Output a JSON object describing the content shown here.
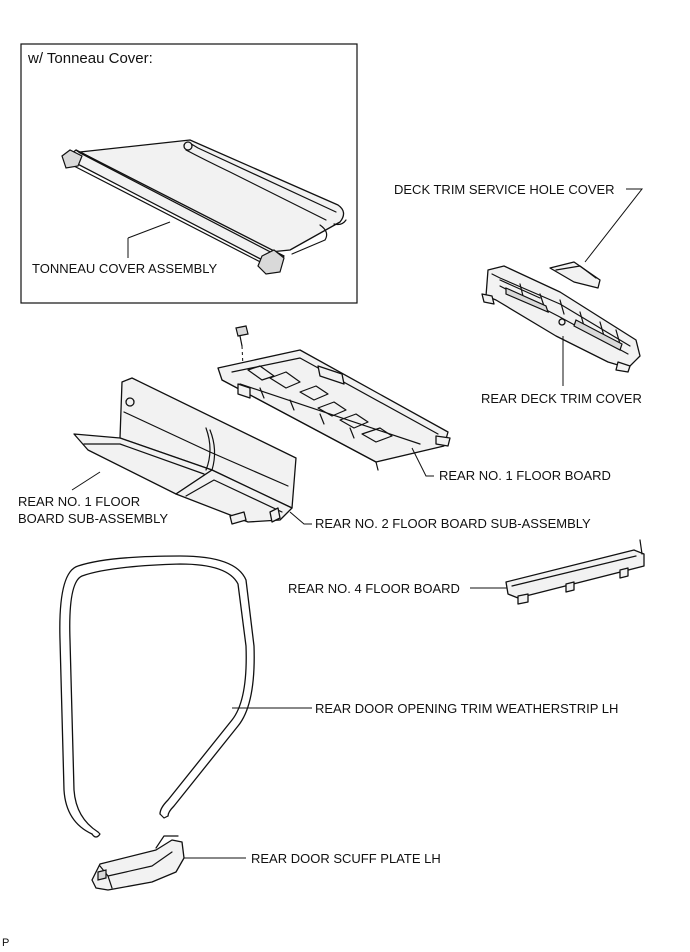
{
  "inset": {
    "title": "w/ Tonneau Cover:"
  },
  "labels": {
    "tonneau_cover_assembly": "TONNEAU COVER ASSEMBLY",
    "deck_trim_service_hole_cover": "DECK TRIM SERVICE HOLE COVER",
    "rear_deck_trim_cover": "REAR DECK TRIM COVER",
    "rear_no1_floor_board": "REAR NO. 1 FLOOR BOARD",
    "rear_no1_floor_board_sub_line1": "REAR NO. 1 FLOOR",
    "rear_no1_floor_board_sub_line2": "BOARD SUB-ASSEMBLY",
    "rear_no2_floor_board_sub": "REAR NO. 2 FLOOR BOARD SUB-ASSEMBLY",
    "rear_no4_floor_board": "REAR NO. 4 FLOOR BOARD",
    "rear_door_opening_trim_weatherstrip": "REAR DOOR OPENING TRIM WEATHERSTRIP LH",
    "rear_door_scuff_plate": "REAR DOOR SCUFF PLATE LH"
  },
  "footer": {
    "code": "P"
  }
}
